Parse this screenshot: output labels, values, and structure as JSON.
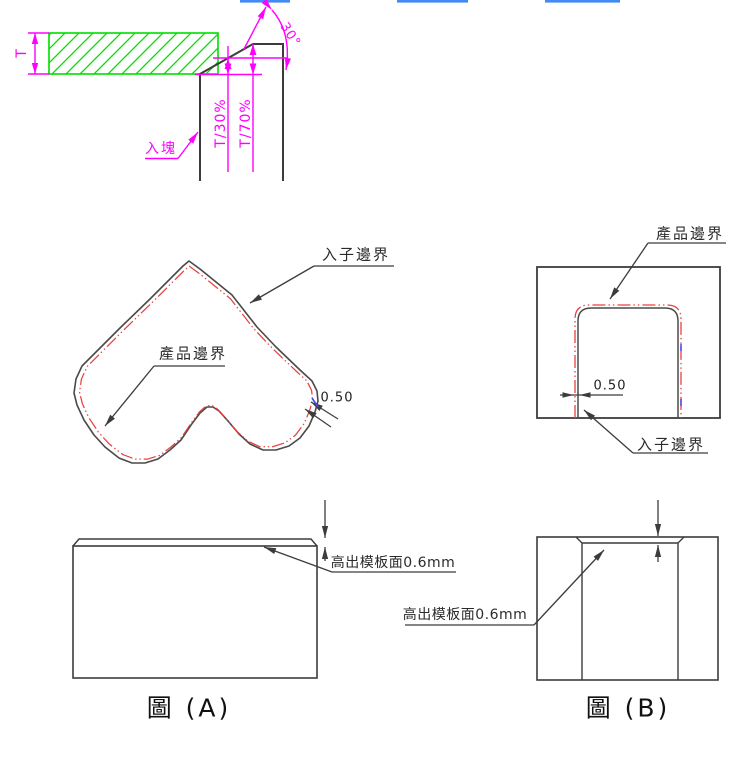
{
  "section_view": {
    "thickness_label": "T",
    "upper_split_label": "T/30%",
    "lower_split_label": "T/70%",
    "angle_label": "30°",
    "insert_block_label": "入塊"
  },
  "figure_a": {
    "insert_boundary_label": "入子邊界",
    "product_boundary_label": "產品邊界",
    "offset_value": "0.50",
    "protrusion_label": "高出模板面0.6mm",
    "caption": "圖 (A)"
  },
  "figure_b": {
    "product_boundary_label": "產品邊界",
    "insert_boundary_label": "入子邊界",
    "offset_value": "0.50",
    "protrusion_label": "高出模板面0.6mm",
    "caption": "圖 (B)"
  },
  "colors": {
    "dimension_magenta": "#ff00ff",
    "hatch_green": "#00dd00",
    "outline_gray": "#3c3c3c",
    "product_line_red": "#e84040",
    "top_mark_blue": "#4189f5"
  }
}
